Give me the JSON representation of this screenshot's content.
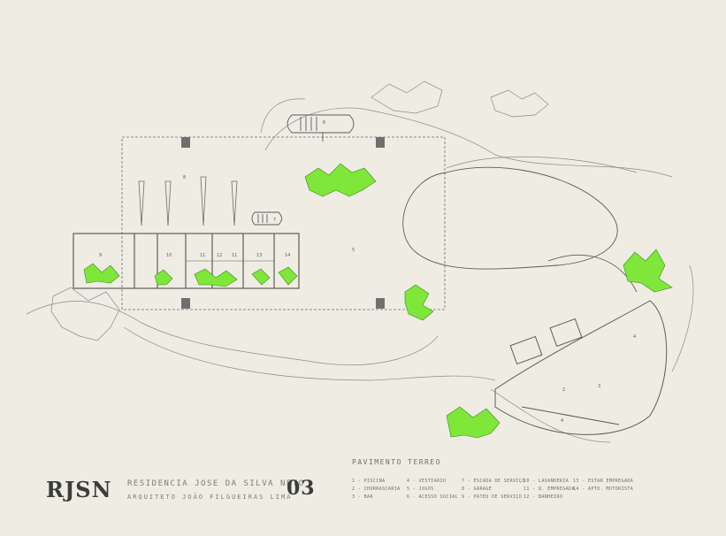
{
  "drawing": {
    "logo": "RJSN",
    "project_name": "RESIDENCIA JOSE DA SILVA NETO",
    "architect": "ARQUITETO JOÃO FILGUEIRAS LIMA",
    "sheet_number": "03",
    "floor_title": "PAVIMENTO TERREO",
    "legend": [
      "1 - PISCINA",
      "2 - CHURRASCARIA",
      "3 - BAR",
      "4 - VESTIARIO",
      "5 - JOGOS",
      "6 - ACESSO SOCIAL",
      "7 - ESCADA DE SERVIÇO",
      "8 - GARAGE",
      "9 - PATEO DE SERVIÇO",
      "10 - LAVANDERIA",
      "11 - Q. EMPREGADA",
      "12 - BANHEIRO",
      "13 - ESTAR EMPREGADA",
      "14 - APTO. MOTORISTA"
    ],
    "room_labels": [
      "9",
      "10",
      "11",
      "12",
      "11",
      "13",
      "14",
      "8",
      "7",
      "5",
      "6",
      "2",
      "3",
      "4",
      "4"
    ],
    "colors": {
      "paper": "#efece4",
      "ink": "#5b5d5a",
      "title_ink": "#3a3d3a",
      "tree_green": "#7fe63a",
      "tree_outline": "#3f8a20"
    }
  }
}
